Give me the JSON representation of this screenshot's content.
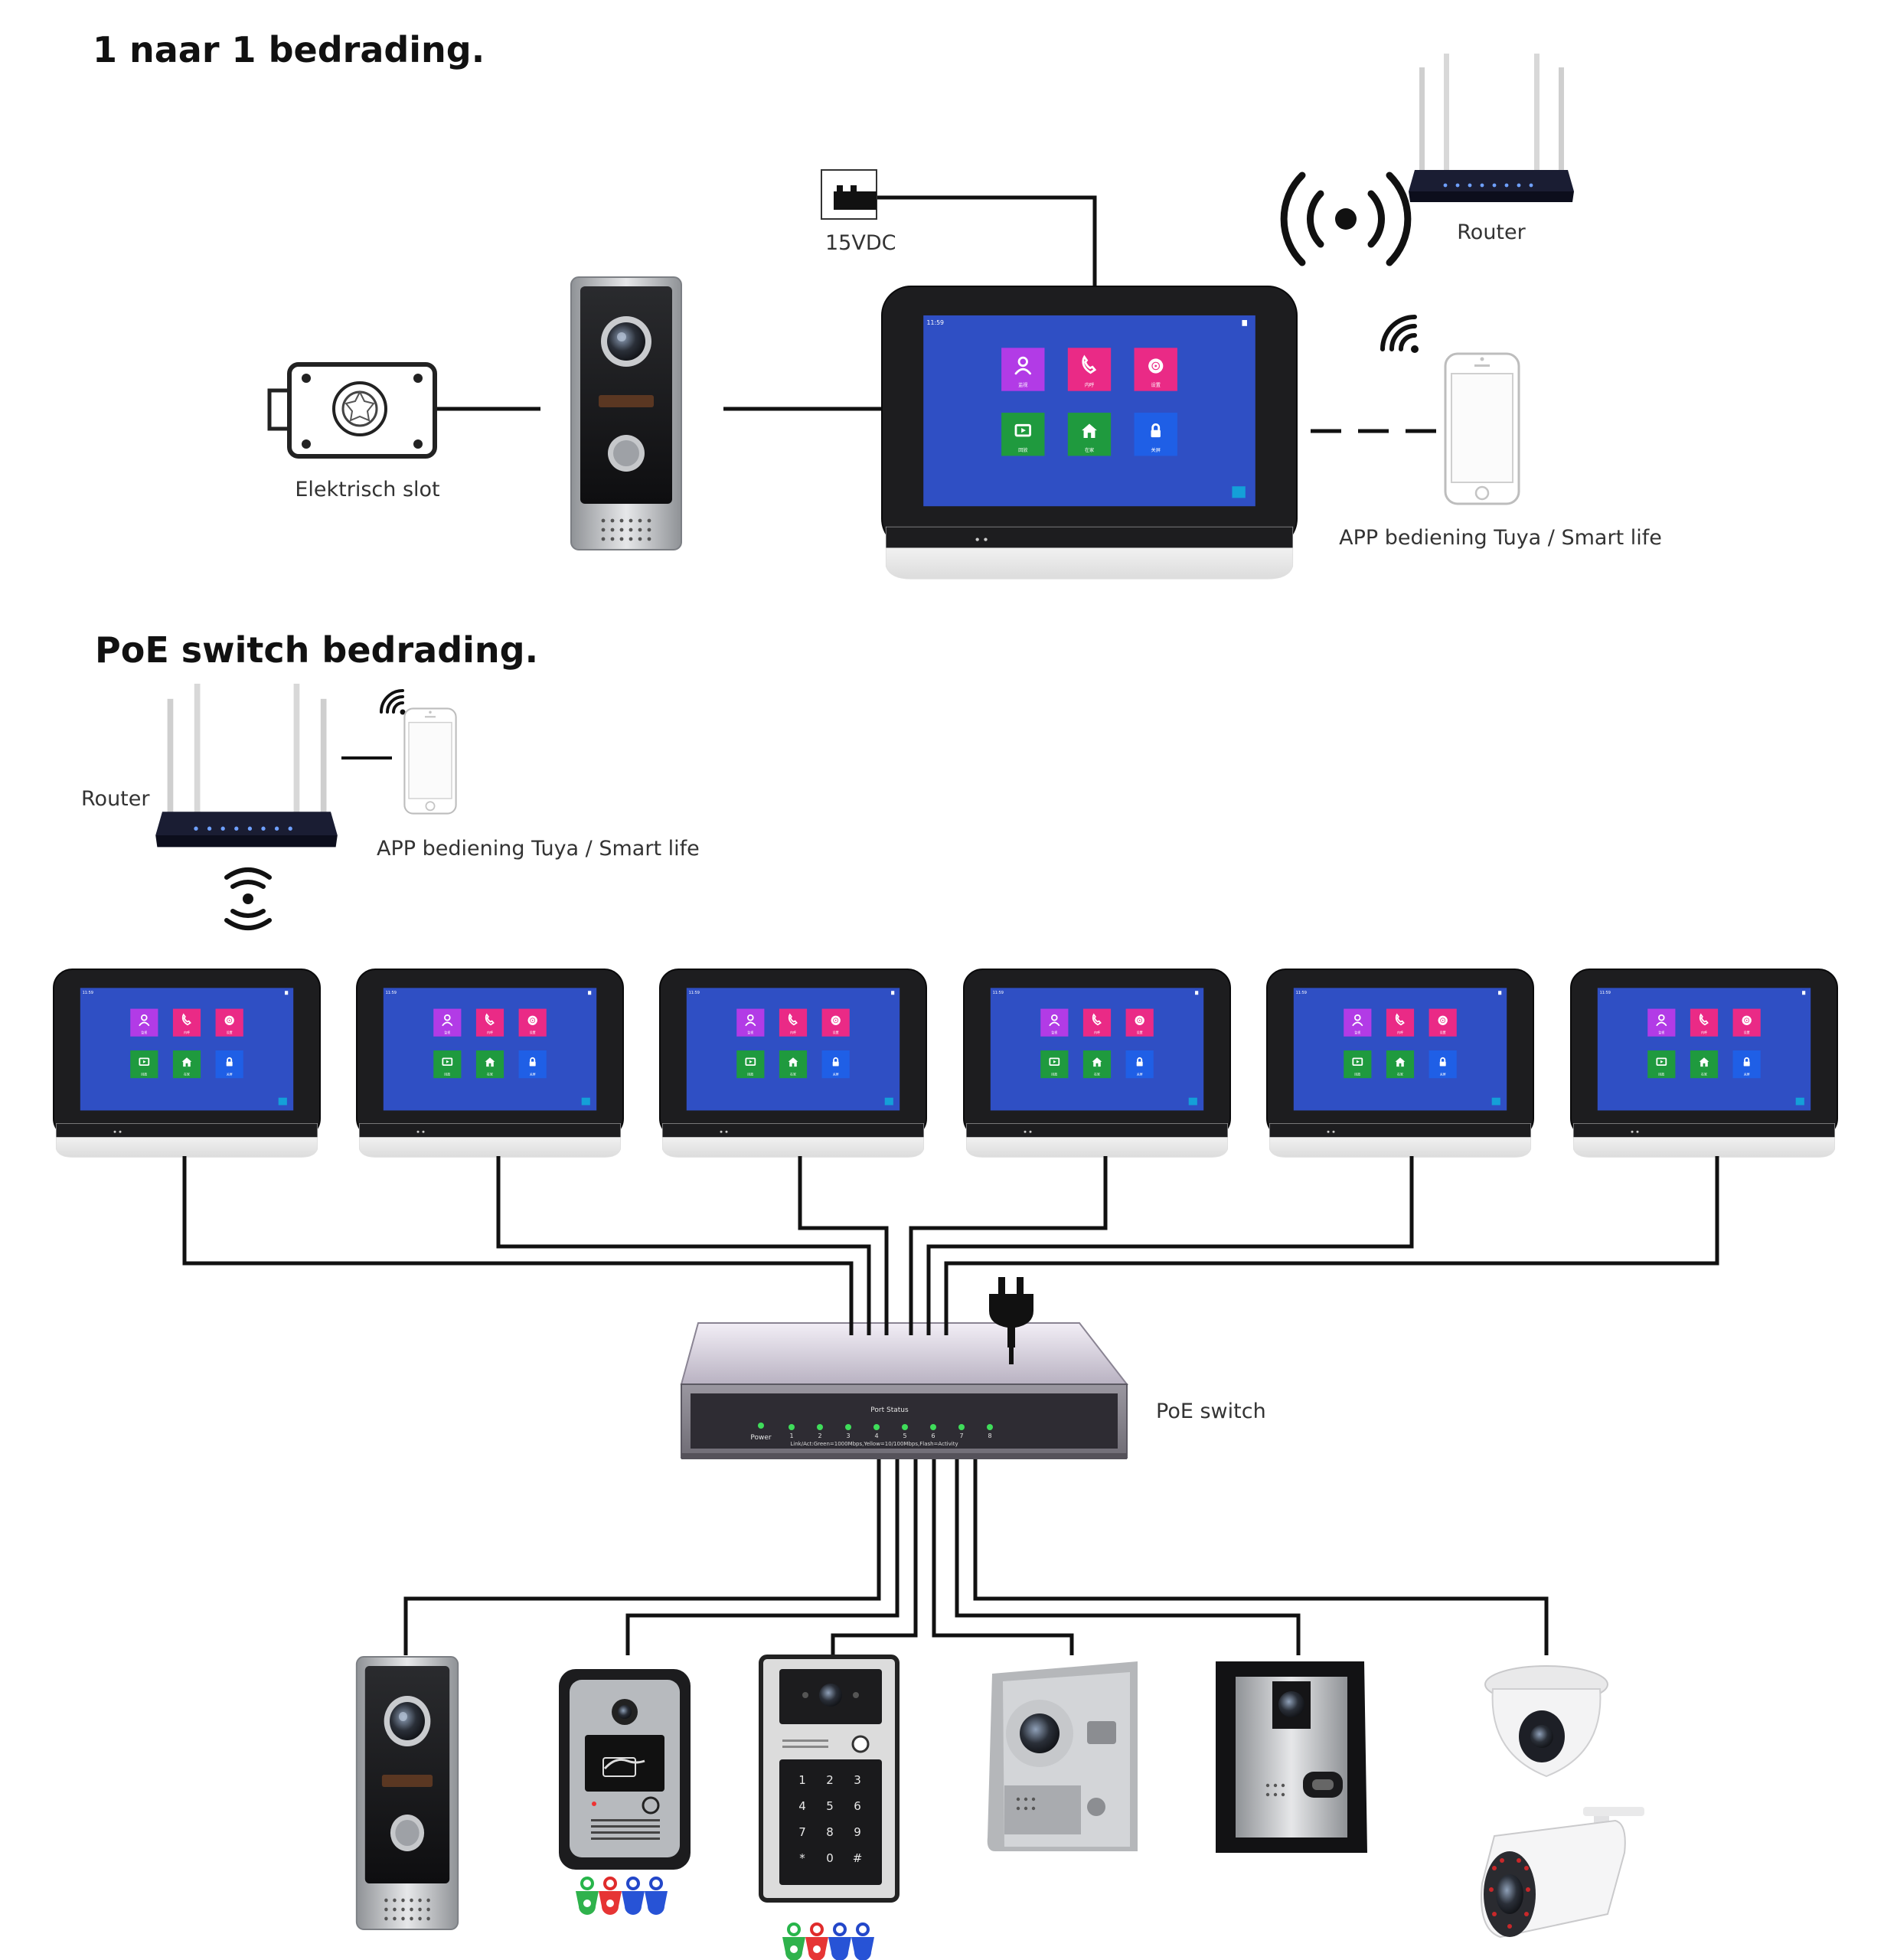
{
  "sections": {
    "one_to_one": {
      "title": "1 naar 1 bedrading."
    },
    "poe": {
      "title": "PoE switch bedrading."
    }
  },
  "labels": {
    "power": "15VDC",
    "router": "Router",
    "lock": "Elektrisch slot",
    "app": "APP bediening Tuya / Smart life",
    "router2": "Router",
    "app2": "APP bediening Tuya / Smart life",
    "switch": "PoE switch"
  },
  "monitor": {
    "time": "11:59",
    "apps": [
      {
        "icon": "person-icon",
        "label": "监视",
        "color": "#b23be6"
      },
      {
        "icon": "phone-icon",
        "label": "内呼",
        "color": "#ea2a86"
      },
      {
        "icon": "gear-icon",
        "label": "设置",
        "color": "#ea2a86"
      },
      {
        "icon": "play-icon",
        "label": "回放",
        "color": "#1f9a3e"
      },
      {
        "icon": "home-icon",
        "label": "在家",
        "color": "#1f9a3e"
      },
      {
        "icon": "lock-icon",
        "label": "关屏",
        "color": "#1f5fe6"
      }
    ]
  },
  "switch_panel": {
    "header": "Port Status",
    "power": "Power",
    "ports": [
      "1",
      "2",
      "3",
      "4",
      "5",
      "6",
      "7",
      "8"
    ],
    "legend": "Link/Act:Green=1000Mbps,Yellow=10/100Mbps,Flash=Activity"
  },
  "keypad": {
    "keys": [
      "1",
      "2",
      "3",
      "4",
      "5",
      "6",
      "7",
      "8",
      "9",
      "*",
      "0",
      "#"
    ]
  },
  "colors": {
    "screen": "#2f4fc4",
    "bezel": "#1d1d1f",
    "wire": "#111111"
  }
}
